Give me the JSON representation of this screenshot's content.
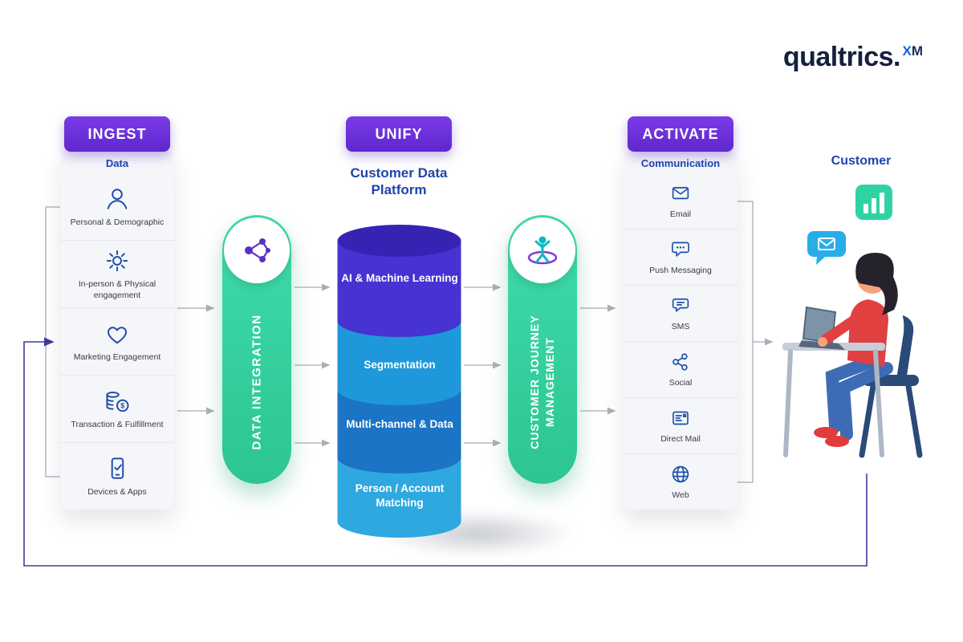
{
  "logo": {
    "brand": "qualtrics",
    "dot": ".",
    "sup_x": "X",
    "sup_m": "M"
  },
  "stages": {
    "ingest": {
      "badge": "INGEST",
      "category": "Data",
      "items": [
        {
          "label": "Personal & Demographic",
          "icon": "person-icon"
        },
        {
          "label": "In-person & Physical engagement",
          "icon": "gear-icon"
        },
        {
          "label": "Marketing Engagement",
          "icon": "heart-icon"
        },
        {
          "label": "Transaction & Fulfillment",
          "icon": "coins-icon"
        },
        {
          "label": "Devices & Apps",
          "icon": "mobile-apps-icon"
        }
      ]
    },
    "unify": {
      "badge": "UNIFY",
      "platform_title": "Customer Data Platform",
      "cylinder_segments": [
        "AI & Machine Learning",
        "Segmentation",
        "Multi-channel & Data",
        "Person / Account Matching"
      ]
    },
    "activate": {
      "badge": "ACTIVATE",
      "category": "Communication",
      "items": [
        {
          "label": "Email",
          "icon": "email-icon"
        },
        {
          "label": "Push Messaging",
          "icon": "push-messaging-icon"
        },
        {
          "label": "SMS",
          "icon": "sms-icon"
        },
        {
          "label": "Social",
          "icon": "social-icon"
        },
        {
          "label": "Direct Mail",
          "icon": "direct-mail-icon"
        },
        {
          "label": "Web",
          "icon": "web-icon"
        }
      ]
    }
  },
  "connectors": {
    "data_integration": "DATA INTEGRATION",
    "customer_journey": "CUSTOMER JOURNEY MANAGEMENT"
  },
  "customer": {
    "label": "Customer"
  },
  "colors": {
    "badge_purple": "#6A2FD8",
    "pill_green": "#35D0A0",
    "blue_text": "#1E44AE",
    "icon_stroke": "#1D4FA8",
    "loop_line": "#3D3B9B",
    "cylinder_top": "#3524B4",
    "cylinder": [
      "#4732D2",
      "#1E98DA",
      "#1B74C6",
      "#2FA8E0"
    ]
  }
}
